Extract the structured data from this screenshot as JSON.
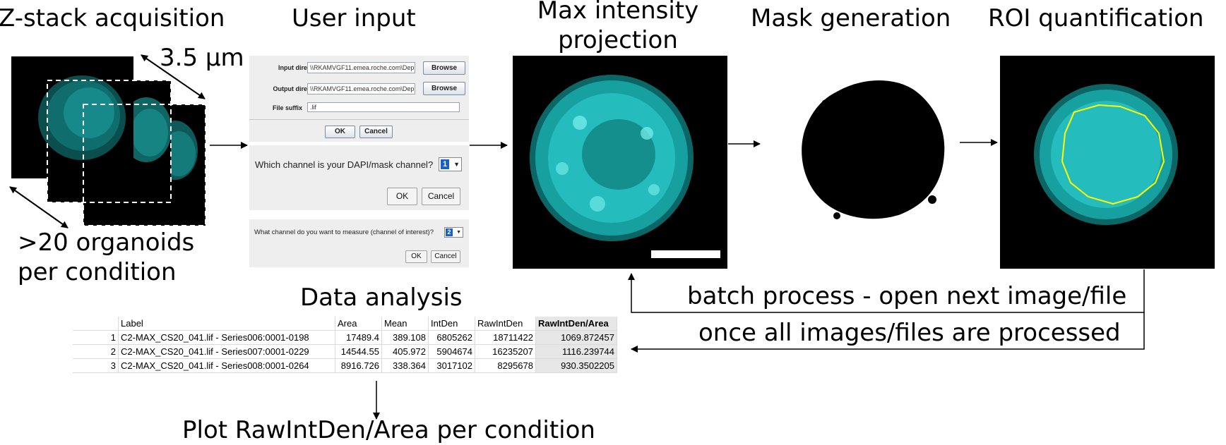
{
  "titles": {
    "zstack": "Z-stack acquisition",
    "user_input": "User input",
    "max_proj": "Max intensity projection",
    "mask": "Mask generation",
    "roi": "ROI quantification",
    "data_analysis": "Data analysis"
  },
  "annotations": {
    "spacing": "3.5 µm",
    "organoids_line1": ">20 organoids",
    "organoids_line2": "per condition",
    "batch": "batch process - open next image/file",
    "once": "once all images/files are processed",
    "plot": "Plot RawIntDen/Area per condition"
  },
  "dialog1": {
    "input_label": "Input directory",
    "input_value": "\\\\RKAMVGF11.emea.roche.com\\Dep",
    "output_label": "Output directory",
    "output_value": "\\\\RKAMVGF11.emea.roche.com\\Dep",
    "suffix_label": "File suffix",
    "suffix_value": ".lif",
    "browse": "Browse",
    "ok": "OK",
    "cancel": "Cancel"
  },
  "dialog2": {
    "prompt": "Which channel is your DAPI/mask channel?",
    "selected": "1",
    "ok": "OK",
    "cancel": "Cancel"
  },
  "dialog3": {
    "prompt": "What channel do you want to measure (channel of interest)?",
    "selected": "2",
    "ok": "OK",
    "cancel": "Cancel"
  },
  "table": {
    "headers": [
      "",
      "Label",
      "Area",
      "Mean",
      "IntDen",
      "RawIntDen",
      "RawIntDen/Area"
    ],
    "rows": [
      [
        "1",
        "C2-MAX_CS20_041.lif - Series006:0001-0198",
        "17489.4",
        "389.108",
        "6805262",
        "18711422",
        "1069.872457"
      ],
      [
        "2",
        "C2-MAX_CS20_041.lif - Series007:0001-0229",
        "14544.55",
        "405.972",
        "5904674",
        "16235207",
        "1116.239744"
      ],
      [
        "3",
        "C2-MAX_CS20_041.lif - Series008:0001-0264",
        "8916.726",
        "338.364",
        "3017102",
        "8295678",
        "930.3502205"
      ]
    ]
  },
  "colors": {
    "nuclei": "#2fd4d4",
    "roi_outline": "#ffff00",
    "background": "#000000",
    "highlight_column": "#e7e7e7"
  }
}
